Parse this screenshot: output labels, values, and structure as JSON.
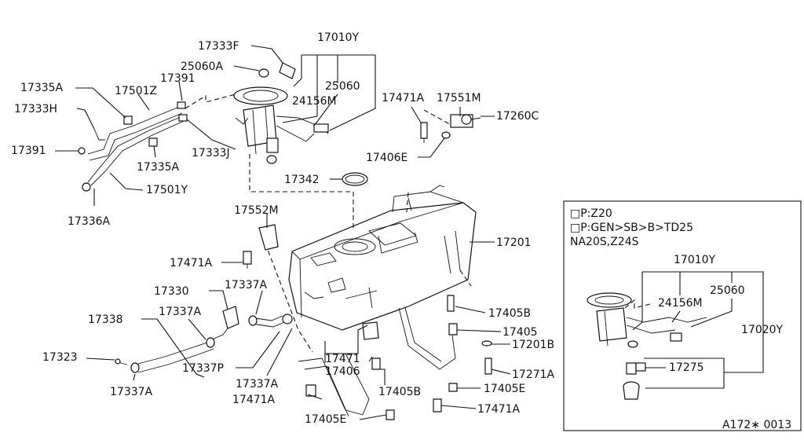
{
  "diagram": {
    "ref_code": "A172∗ 0013",
    "colors": {
      "ink": "#111111",
      "background": "#ffffff"
    },
    "labels": {
      "p17010Y": "17010Y",
      "p17333F": "17333F",
      "p25060A": "25060A",
      "p25060": "25060",
      "p24156M": "24156M",
      "p17335A_top": "17335A",
      "p17501Z": "17501Z",
      "p17391_top": "17391",
      "p17333H": "17333H",
      "p17391_left": "17391",
      "p17335A_mid": "17335A",
      "p17333J": "17333J",
      "p17501Y": "17501Y",
      "p17336A": "17336A",
      "p17471A_top": "17471A",
      "p17551M": "17551M",
      "p17260C": "17260C",
      "p17406E": "17406E",
      "p17342": "17342",
      "p17552M": "17552M",
      "p17201": "17201",
      "p17471A_mid": "17471A",
      "p17330": "17330",
      "p17337A_a": "17337A",
      "p17338": "17338",
      "p17337A_b": "17337A",
      "p17323": "17323",
      "p17337P": "17337P",
      "p17337A_c": "17337A",
      "p17337A_d": "17337A",
      "p17471": "17471",
      "p17406": "17406",
      "p17405B_mid": "17405B",
      "p17471A_low": "17471A",
      "p17405E_low": "17405E",
      "p17405B_right": "17405B",
      "p17405": "17405",
      "p17201B": "17201B",
      "p17271A": "17271A",
      "p17405E_right": "17405E",
      "p17471A_right": "17471A"
    },
    "inset": {
      "notes": [
        "□P:Z20",
        "□P:GEN>SB>B>TD25",
        "NA20S,Z24S"
      ],
      "labels": {
        "p17010Y": "17010Y",
        "p25060": "25060",
        "p24156M": "24156M",
        "p17020Y": "17020Y",
        "p17275": "17275"
      }
    }
  }
}
